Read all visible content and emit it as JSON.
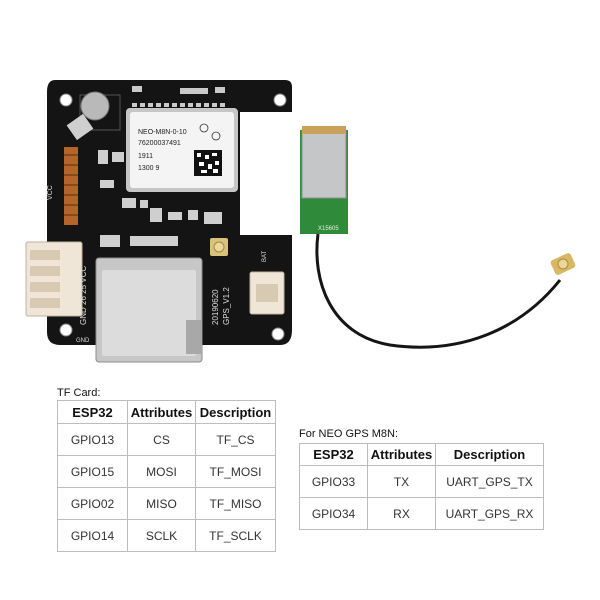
{
  "photo": {
    "module_label_line1": "NEO-M8N-0-10",
    "module_label_line2": "76200037491",
    "module_label_line3": "1911",
    "module_label_line4": "1300 9",
    "board_label_vcc": "VCC",
    "board_label_gnd": "GND",
    "board_label_header": "GND  26  25  VCC",
    "board_label_version": "20190620",
    "board_label_version2": "GPS_V1.2",
    "board_label_bat": "BAT",
    "antenna_label": "X15605"
  },
  "tf_card": {
    "caption": "TF Card:",
    "headers": [
      "ESP32",
      "Attributes",
      "Description"
    ],
    "rows": [
      [
        "GPIO13",
        "CS",
        "TF_CS"
      ],
      [
        "GPIO15",
        "MOSI",
        "TF_MOSI"
      ],
      [
        "GPIO02",
        "MISO",
        "TF_MISO"
      ],
      [
        "GPIO14",
        "SCLK",
        "TF_SCLK"
      ]
    ]
  },
  "neo_gps": {
    "caption": "For NEO GPS M8N:",
    "headers": [
      "ESP32",
      "Attributes",
      "Description"
    ],
    "rows": [
      [
        "GPIO33",
        "TX",
        "UART_GPS_TX"
      ],
      [
        "GPIO34",
        "RX",
        "UART_GPS_RX"
      ]
    ]
  }
}
